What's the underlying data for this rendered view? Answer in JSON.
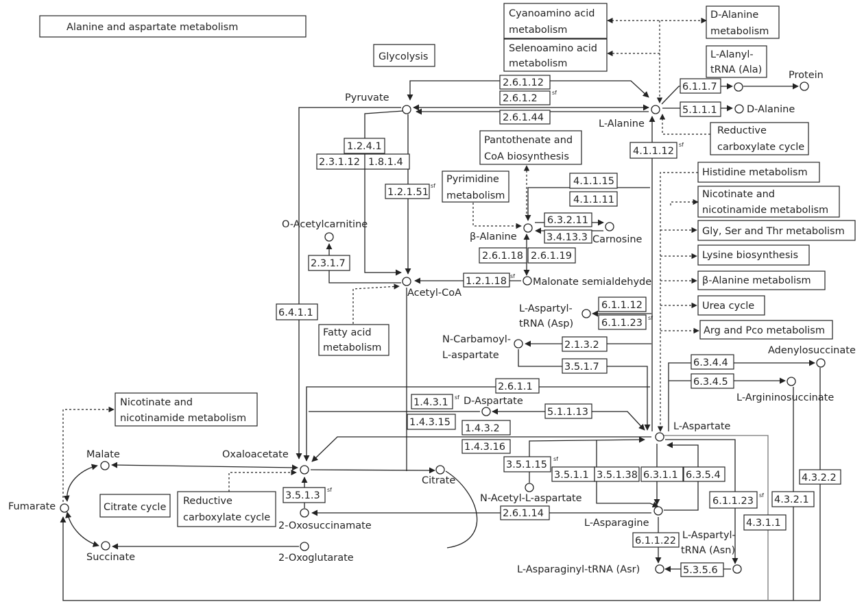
{
  "title": "Alanine and aspartate metabolism",
  "sf": "sf",
  "compounds": {
    "pyruvate": "Pyruvate",
    "l_alanine": "L-Alanine",
    "protein": "Protein",
    "d_alanine": "D-Alanine",
    "o_acetylcarnitine": "O-Acetylcarnitine",
    "beta_alanine": "β-Alanine",
    "carnosine": "Carnosine",
    "malonate_semialdehyde": "Malonate semialdehyde",
    "acetyl_coa": "Acetyl-CoA",
    "l_aspartyl_trna_asp_1": "L-Aspartyl-",
    "l_aspartyl_trna_asp_2": "tRNA (Asp)",
    "n_carbamoyl_1": "N-Carbamoyl-",
    "n_carbamoyl_2": "L-aspartate",
    "adenylosuccinate": "Adenylosuccinate",
    "l_argininosuccinate": "L-Argininosuccinate",
    "d_aspartate": "D-Aspartate",
    "l_aspartate": "L-Aspartate",
    "malate": "Malate",
    "oxaloacetate": "Oxaloacetate",
    "fumarate": "Fumarate",
    "citrate": "Citrate",
    "n_acetyl_l_aspartate": "N-Acetyl-L-aspartate",
    "two_oxosuccinamate": "2-Oxosuccinamate",
    "l_asparagine": "L-Asparagine",
    "l_aspartyl_trna_asn_1": "L-Aspartyl-",
    "l_aspartyl_trna_asn_2": "tRNA (Asn)",
    "succinate": "Succinate",
    "two_oxoglutarate": "2-Oxoglutarate",
    "l_asparaginyl_trna": "L-Asparaginyl-tRNA (Asr)"
  },
  "pathways": {
    "cyanoamino_1": "Cyanoamino acid",
    "cyanoamino_2": "metabolism",
    "d_alanine_met_1": "D-Alanine",
    "d_alanine_met_2": "metabolism",
    "selenoamino_1": "Selenoamino acid",
    "selenoamino_2": "metabolism",
    "glycolysis": "Glycolysis",
    "l_alanyl_trna_1": "L-Alanyl-",
    "l_alanyl_trna_2": "tRNA (Ala)",
    "reductive_carb_1": "Reductive",
    "reductive_carb_2": "carboxylate cycle",
    "pantothenate_1": "Pantothenate and",
    "pantothenate_2": "CoA biosynthesis",
    "pyrimidine_1": "Pyrimidine",
    "pyrimidine_2": "metabolism",
    "histidine": "Histidine metabolism",
    "nicotinate_right_1": "Nicotinate and",
    "nicotinate_right_2": "nicotinamide metabolism",
    "gly_ser_thr": "Gly, Ser and Thr metabolism",
    "lysine": "Lysine biosynthesis",
    "beta_alanine_met": "β-Alanine metabolism",
    "urea": "Urea cycle",
    "arg_pro": "Arg and Pco metabolism",
    "fatty_acid_1": "Fatty acid",
    "fatty_acid_2": "metabolism",
    "nicotinate_left_1": "Nicotinate and",
    "nicotinate_left_2": "nicotinamide metabolism",
    "citrate_cycle": "Citrate cycle",
    "reductive_carb_left_1": "Reductive",
    "reductive_carb_left_2": "carboxylate cycle"
  },
  "enzymes": {
    "e2_6_1_12": "2.6.1.12",
    "e2_6_1_2": "2.6.1.2",
    "e2_6_1_44": "2.6.1.44",
    "e6_1_1_7": "6.1.1.7",
    "e5_1_1_1": "5.1.1.1",
    "e1_2_4_1": "1.2.4.1",
    "e2_3_1_12": "2.3.1.12",
    "e1_8_1_4": "1.8.1.4",
    "e4_1_1_12": "4.1.1.12",
    "e1_2_1_51": "1.2.1.51",
    "e4_1_1_15": "4.1.1.15",
    "e4_1_1_11": "4.1.1.11",
    "e6_3_2_11": "6.3.2.11",
    "e3_4_13_3": "3.4.13.3",
    "e2_3_1_7": "2.3.1.7",
    "e2_6_1_18": "2.6.1.18",
    "e2_6_1_19": "2.6.1.19",
    "e1_2_1_18": "1.2.1.18",
    "e6_4_1_1": "6.4.1.1",
    "e6_1_1_12": "6.1.1.12",
    "e6_1_1_23_a": "6.1.1.23",
    "e2_1_3_2": "2.1.3.2",
    "e3_5_1_7": "3.5.1.7",
    "e6_3_4_4": "6.3.4.4",
    "e6_3_4_5": "6.3.4.5",
    "e2_6_1_1": "2.6.1.1",
    "e1_4_3_1": "1.4.3.1",
    "e5_1_1_13": "5.1.1.13",
    "e1_4_3_15": "1.4.3.15",
    "e1_4_3_2": "1.4.3.2",
    "e1_4_3_16": "1.4.3.16",
    "e3_5_1_15": "3.5.1.15",
    "e3_5_1_1": "3.5.1.1",
    "e3_5_1_38": "3.5.1.38",
    "e6_3_1_1": "6.3.1.1",
    "e6_3_5_4": "6.3.5.4",
    "e4_3_2_2": "4.3.2.2",
    "e3_5_1_3": "3.5.1.3",
    "e6_1_1_23_b": "6.1.1.23",
    "e4_3_2_1": "4.3.2.1",
    "e2_6_1_14": "2.6.1.14",
    "e4_3_1_1": "4.3.1.1",
    "e6_1_1_22": "6.1.1.22",
    "e5_3_5_6": "5.3.5.6"
  }
}
